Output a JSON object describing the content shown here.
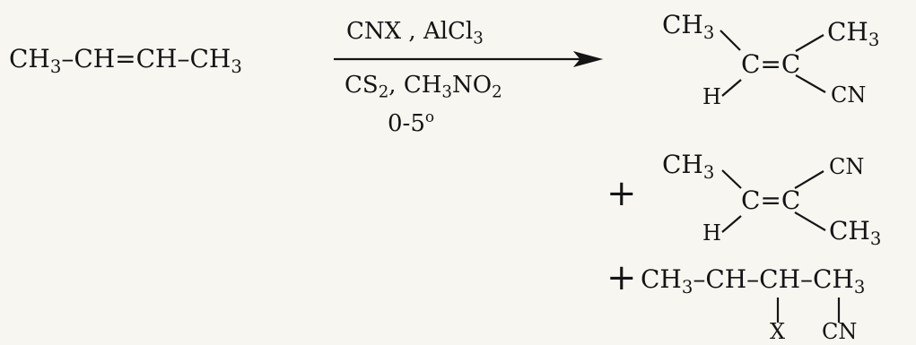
{
  "scheme": {
    "reactant": {
      "a": "CH",
      "a_sub": "3",
      "b": "–CH=CH–CH",
      "b_sub": "3"
    },
    "conditions": {
      "reagents": {
        "text": "CNX , AlCl",
        "sub": "3"
      },
      "solvents": {
        "a": "CS",
        "a_sub": "2",
        "b": ", CH",
        "b_sub": "3",
        "c": "NO",
        "c_sub": "2"
      },
      "temperature": {
        "text": "0-5",
        "sup": "o"
      }
    },
    "products": [
      {
        "tl": {
          "text": "CH",
          "sub": "3"
        },
        "tr": {
          "text": "CH",
          "sub": "3"
        },
        "center": "C=C",
        "bl": "H",
        "br": "CN"
      },
      {
        "plus": "+",
        "tl": {
          "text": "CH",
          "sub": "3"
        },
        "tr": "CN",
        "center": "C=C",
        "bl": "H",
        "br": {
          "text": "CH",
          "sub": "3"
        }
      },
      {
        "plus": "+",
        "chain": {
          "a": "CH",
          "a_sub": "3",
          "b": "–CH–CH–CH",
          "b_sub": "3"
        },
        "x_label": "X",
        "cn_label": "CN"
      }
    ]
  }
}
